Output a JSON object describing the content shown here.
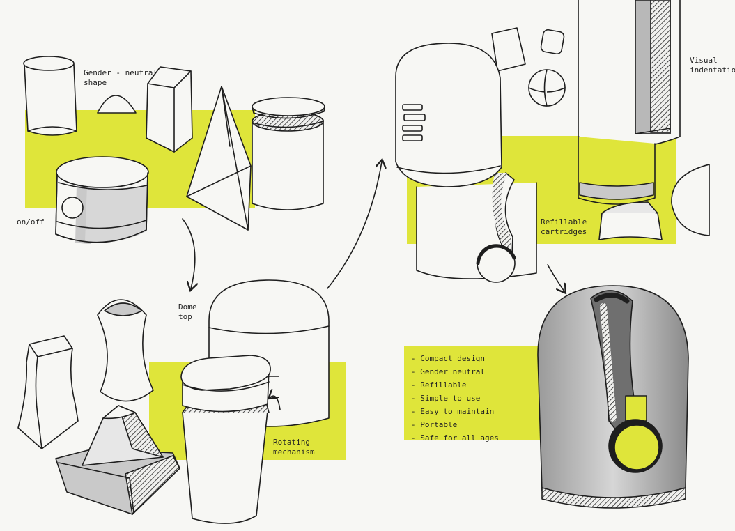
{
  "palette": {
    "highlight": "#dfe53a",
    "ink": "#1e1e1e",
    "marker_grey": "#c9c9c9",
    "marker_dark": "#8e8e8e",
    "paper": "#f7f7f4"
  },
  "annotations": {
    "gender_neutral_shape": "Gender - neutral\nshape",
    "on_off": "on/off",
    "dome_top": "Dome\ntop",
    "rotating_mechanism": "Rotating\nmechanism",
    "visual_indentation": "Visual\nindentation",
    "refillable_cartridges": "Refillable\ncartridges"
  },
  "features": [
    "- Compact design",
    "- Gender neutral",
    "- Refillable",
    "- Simple to use",
    "- Easy to maintain",
    "- Portable",
    "- Safe for all ages"
  ]
}
